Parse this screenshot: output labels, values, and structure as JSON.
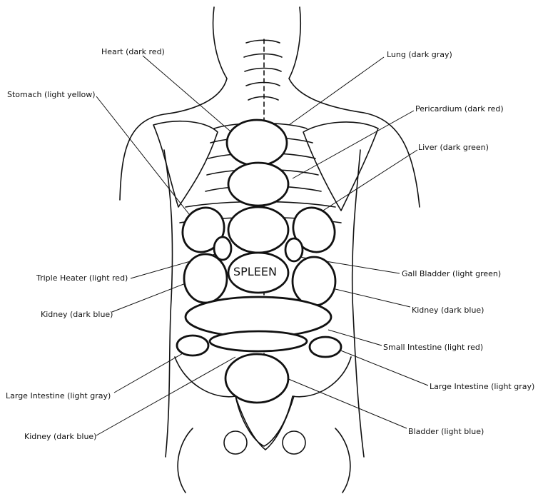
{
  "organ_labels": {
    "heart": "Heart  (dark red)",
    "lung": "Lung (dark gray)",
    "stomach": "Stomach (light yellow)",
    "pericardium": "Pericardium (dark red)",
    "liver": "Liver (dark green)",
    "triple_heater": "Triple Heater (light red)",
    "gall_bladder": "Gall Bladder (light green)",
    "kidney_left": "Kidney (dark blue)",
    "kidney_right": "Kidney (dark blue)",
    "small_intestine": "Small Intestine (light red)",
    "large_intestine_left": "Large Intestine (light gray)",
    "large_intestine_right": "Large Intestine (light gray)",
    "kidney_lower": "Kidney (dark blue)",
    "bladder": "Bladder (light blue)"
  },
  "spleen_label": "SPLEEN"
}
